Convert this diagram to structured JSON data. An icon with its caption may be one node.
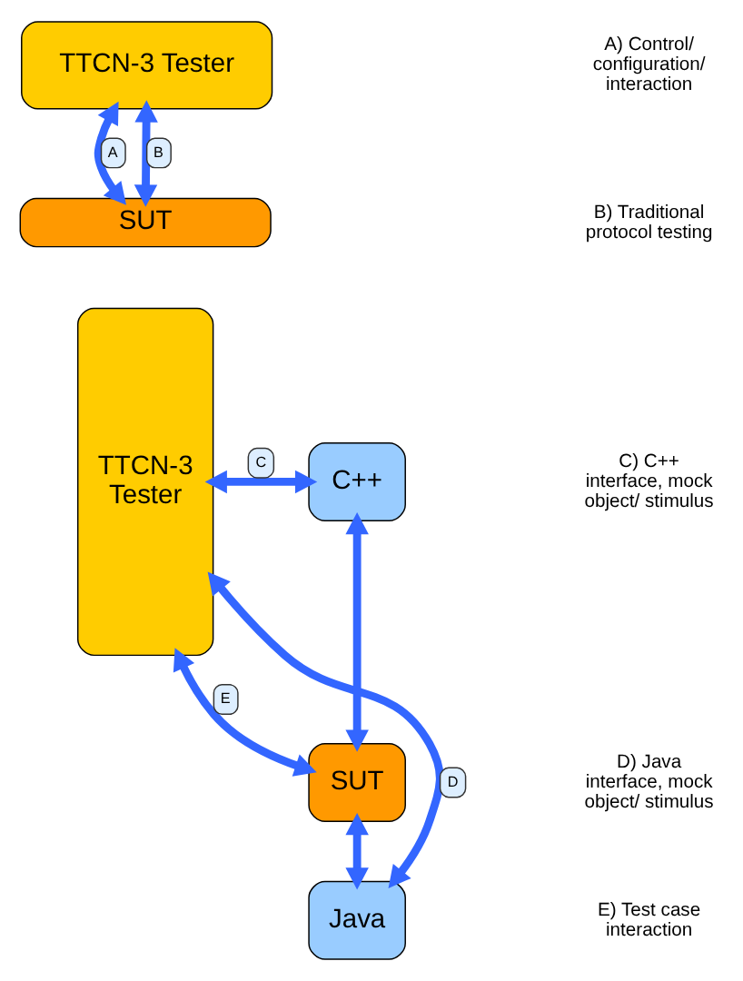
{
  "diagram": {
    "nodes": [
      {
        "text": [
          "TTCN-3 Tester"
        ]
      },
      {
        "text": [
          "SUT"
        ]
      },
      {
        "text": [
          "TTCN-3 Tester"
        ]
      },
      {
        "text": [
          "C++"
        ]
      },
      {
        "text": [
          "SUT"
        ]
      },
      {
        "text": [
          "Java"
        ]
      }
    ],
    "edges": [
      {
        "from": 0,
        "to": 1,
        "arrow": "both",
        "label": "A"
      },
      {
        "from": 0,
        "to": 1,
        "arrow": "both",
        "label": "B"
      },
      {
        "from": 2,
        "to": 3,
        "arrow": "both",
        "label": "C"
      },
      {
        "from": 2,
        "to": 4,
        "arrow": "both",
        "label": "E"
      },
      {
        "from": 2,
        "to": 5,
        "arrow": "both",
        "label": "D"
      },
      {
        "from": 3,
        "to": 4,
        "arrow": "both"
      },
      {
        "from": 4,
        "to": 5,
        "arrow": "both"
      }
    ],
    "labels": [
      "A) Control/ configuration/ interaction",
      "B) Traditional protocol testing",
      "C) C++ interface, mock object/ stimulus",
      "D) Java interface, mock object/ stimulus",
      "E) Test case interaction"
    ]
  }
}
